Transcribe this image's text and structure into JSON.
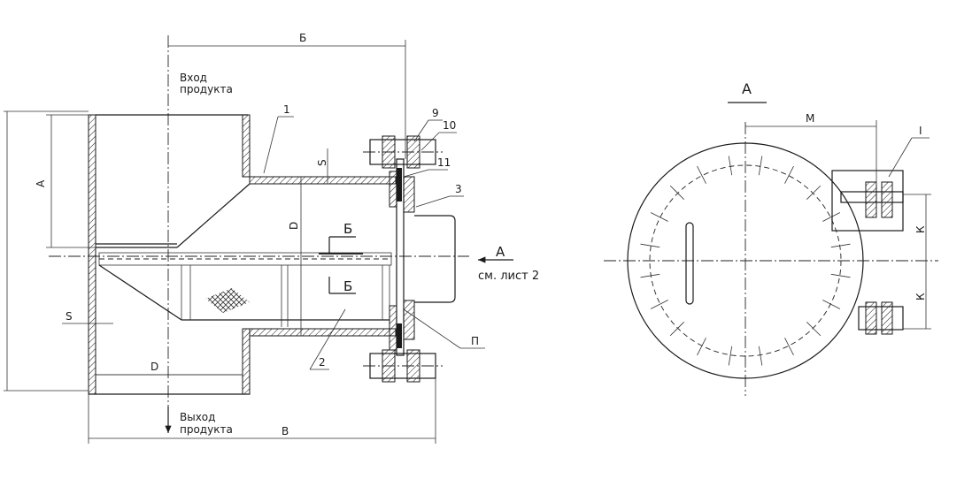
{
  "main_view": {
    "inlet_label_line1": "Вход",
    "inlet_label_line2": "продукта",
    "outlet_label_line1": "Выход",
    "outlet_label_line2": "продукта",
    "dim_top": "Б",
    "dim_bottom": "В",
    "dim_left_A": "А",
    "dim_S_wall": "S",
    "dim_S_flange": "S",
    "dim_D_bottom": "D",
    "dim_D_vertical": "D",
    "section_mark_top": "Б",
    "section_mark_bottom": "Б",
    "view_arrow_label": "А",
    "view_arrow_ref": "см. лист 2",
    "callouts": [
      "1",
      "2",
      "3",
      "9",
      "10",
      "11",
      "П"
    ]
  },
  "side_view": {
    "view_title": "А",
    "dim_M": "М",
    "dim_K_top": "К",
    "dim_K_bottom": "К",
    "callout_I": "I"
  }
}
